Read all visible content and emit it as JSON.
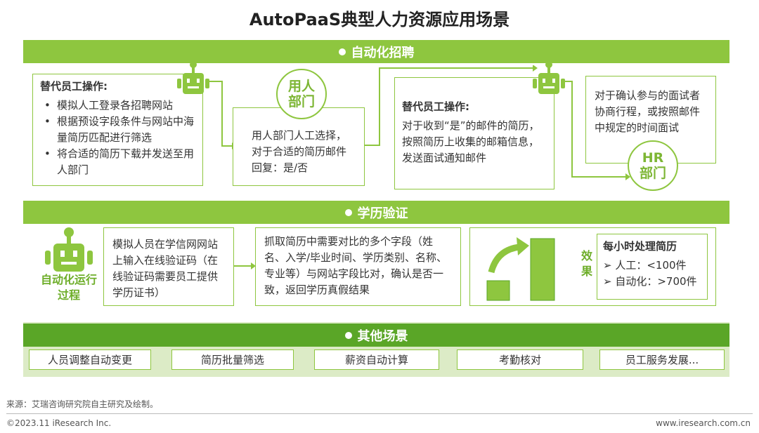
{
  "title": "AutoPaaS典型人力资源应用场景",
  "colors": {
    "accent": "#8ec63f",
    "accent_dark": "#5aa627"
  },
  "recruit": {
    "header": "自动化招聘",
    "box1": {
      "title": "替代员工操作:",
      "items": [
        "模拟人工登录各招聘网站",
        "根据预设字段条件与网站中海量简历匹配进行筛选",
        "将合适的简历下载并发送至用人部门"
      ]
    },
    "dept_label": [
      "用人",
      "部门"
    ],
    "box2": "用人部门人工选择，对于合适的简历邮件回复：是/否",
    "box3": {
      "title": "替代员工操作:",
      "text": "对于收到“是”的邮件的简历，按照简历上收集的邮箱信息，发送面试通知邮件"
    },
    "box4": "对于确认参与的面试者协商行程，或按照邮件中规定的时间面试",
    "hr_label": [
      "HR",
      "部门"
    ]
  },
  "edu": {
    "header": "学历验证",
    "robot_label": [
      "自动化运行",
      "过程"
    ],
    "box1": "模拟人员在学信网网站上输入在线验证码（在线验证码需要员工提供学历证书）",
    "box2": "抓取简历中需要对比的多个字段（姓名、入学/毕业时间、学历类别、名称、专业等）与网站字段比对，确认是否一致，返回学历真假结果",
    "effect_label": [
      "效",
      "果"
    ],
    "effect_title": "每小时处理简历",
    "effect_items": [
      "人工：<100件",
      "自动化：>700件"
    ],
    "bars": {
      "manual": 100,
      "automated": 700
    }
  },
  "other": {
    "header": "其他场景",
    "items": [
      "人员调整自动变更",
      "简历批量筛选",
      "薪资自动计算",
      "考勤核对",
      "员工服务发展..."
    ]
  },
  "footer": {
    "source": "来源：艾瑞咨询研究院自主研究及绘制。",
    "copyright": "©2023.11 iResearch Inc.",
    "url": "www.iresearch.com.cn"
  }
}
